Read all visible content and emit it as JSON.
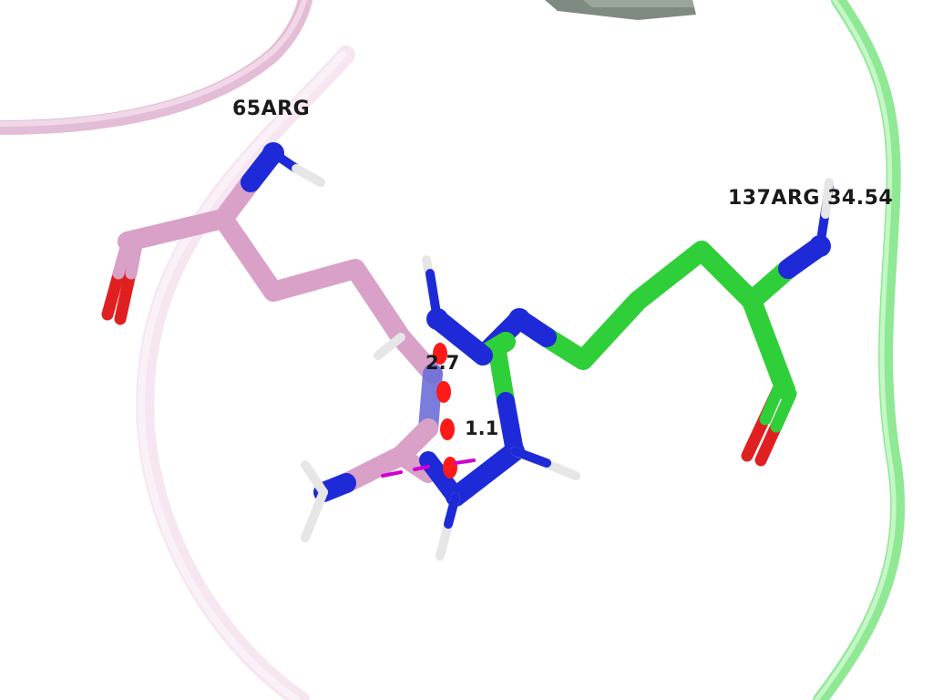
{
  "labels": {
    "residue_a": "65ARG",
    "residue_b": "137ARG 34.54",
    "distance_1": "2.7",
    "distance_2": "1.1"
  },
  "colors": {
    "background": "#ffffff",
    "chain_a_ribbon": "#e8c4dc",
    "chain_a_carbon": "#d9a0c8",
    "chain_b_ribbon": "#9ef0a0",
    "chain_b_carbon": "#2fcf3a",
    "nitrogen": "#1e2ad8",
    "oxygen": "#ff1a1a",
    "hydrogen": "#e6e6e6",
    "contact_dash": "#d000d0"
  }
}
